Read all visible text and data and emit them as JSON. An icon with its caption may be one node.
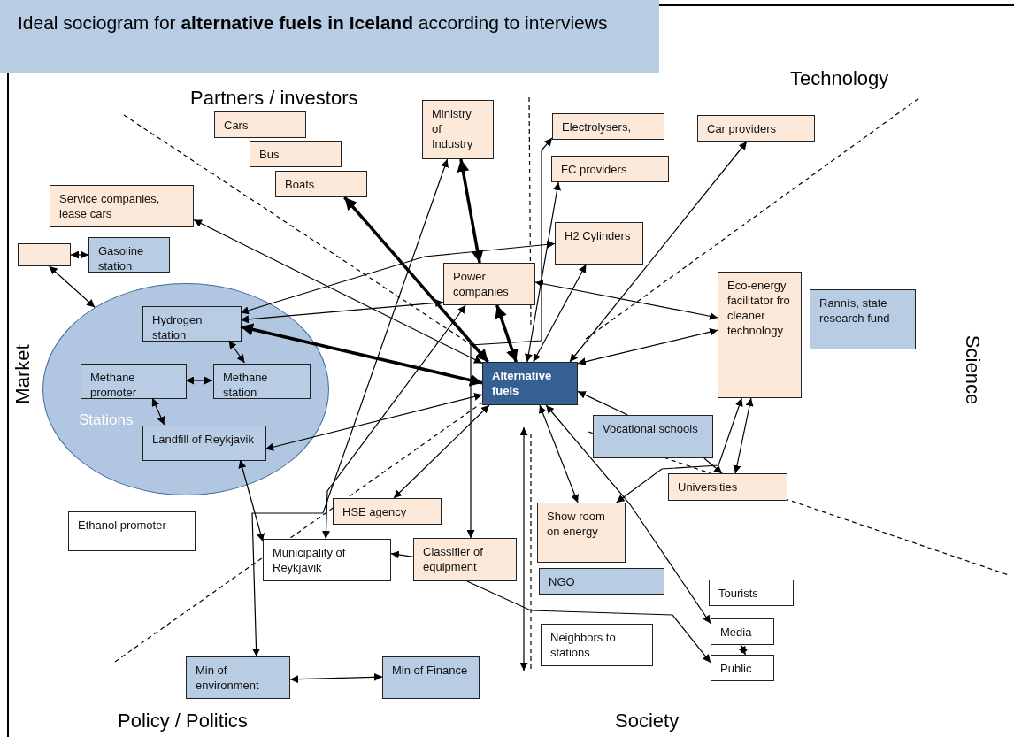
{
  "diagram": {
    "title": "Ideal sociogram for **alternative fuels in Iceland** according to interviews",
    "nodes": [
      {
        "text": [
          "Ministry of Industry"
        ]
      },
      {
        "text": [
          "Cars"
        ]
      },
      {
        "text": [
          "Bus"
        ]
      },
      {
        "text": [
          "Boats"
        ]
      },
      {
        "text": [
          "Electrolysers,"
        ]
      },
      {
        "text": [
          "Car providers"
        ]
      },
      {
        "text": [
          "FC providers"
        ]
      },
      {
        "text": [
          "Service companies, lease cars"
        ]
      },
      {
        "text": [
          "H2 Cylinders"
        ]
      },
      {
        "text": [
          "Power companies"
        ]
      },
      {
        "text": [
          "Eco-energy facilitator fro cleaner technology"
        ]
      },
      {
        "text": [
          "Rannís, state research fund"
        ]
      },
      {
        "text": [],
        "shape": "box"
      },
      {
        "text": [
          "Hydrogen station"
        ],
        "in": 15
      },
      {
        "text": [
          "Gasoline station"
        ]
      },
      {
        "text": [
          "Stations"
        ]
      },
      {
        "text": [
          "Alternative fuels"
        ]
      },
      {
        "text": [
          "Methane promoter"
        ],
        "in": 15
      },
      {
        "text": [
          "Methane station"
        ],
        "in": 15
      },
      {
        "text": [
          "Vocational schools"
        ]
      },
      {
        "text": [
          "Landfill of Reykjavik"
        ],
        "in": 15
      },
      {
        "text": [
          "Universities"
        ]
      },
      {
        "text": [
          "Ethanol promoter"
        ]
      },
      {
        "text": [
          "HSE agency"
        ]
      },
      {
        "text": [
          "Show room on energy"
        ]
      },
      {
        "text": [
          "Municipality of Reykjavik"
        ]
      },
      {
        "text": [
          "Classifier of equipment"
        ]
      },
      {
        "text": [
          "NGO"
        ]
      },
      {
        "text": [
          "Tourists"
        ]
      },
      {
        "text": [
          "Neighbors to stations"
        ]
      },
      {
        "text": [
          "Media"
        ]
      },
      {
        "text": [
          "Public"
        ]
      },
      {
        "text": [
          "Min of environment"
        ]
      },
      {
        "text": [
          "Min of Finance"
        ]
      }
    ],
    "edges": [
      {
        "from": 7,
        "to": 16,
        "arrow": "both"
      },
      {
        "from": 3,
        "to": 16,
        "arrow": "both",
        "style": "thick"
      },
      {
        "from": 0,
        "to": 9,
        "arrow": "both",
        "style": "thick"
      },
      {
        "from": 32,
        "to": 0,
        "arrow": "both"
      },
      {
        "from": 9,
        "to": 16,
        "arrow": "both",
        "style": "thick"
      },
      {
        "from": 13,
        "to": 16,
        "arrow": "both",
        "style": "thick"
      },
      {
        "from": 13,
        "to": 8,
        "arrow": "both"
      },
      {
        "from": 13,
        "to": 9,
        "arrow": "both"
      },
      {
        "from": 9,
        "to": 10,
        "arrow": "both"
      },
      {
        "from": 10,
        "to": 16,
        "arrow": "both"
      },
      {
        "from": 16,
        "to": 5,
        "arrow": "both"
      },
      {
        "from": 16,
        "to": 8,
        "arrow": "both"
      },
      {
        "from": 16,
        "to": 6,
        "arrow": "both"
      },
      {
        "from": 4,
        "to": 26,
        "arrow": "both"
      },
      {
        "from": 9,
        "to": 25,
        "arrow": "both"
      },
      {
        "from": 16,
        "to": 20,
        "arrow": "both"
      },
      {
        "from": 16,
        "to": 23,
        "arrow": "both"
      },
      {
        "from": 16,
        "to": 24,
        "arrow": "both"
      },
      {
        "from": 16,
        "to": 30,
        "arrow": "both"
      },
      {
        "from": 10,
        "to": 24,
        "arrow": "both"
      },
      {
        "from": 10,
        "to": 21,
        "arrow": "both"
      },
      {
        "from": 19,
        "to": 16,
        "arrow": "to"
      },
      {
        "from": 19,
        "to": 21,
        "arrow": "to"
      },
      {
        "from": 26,
        "to": 25,
        "arrow": "to"
      },
      {
        "from": 26,
        "to": 31,
        "arrow": "to"
      },
      {
        "from": 30,
        "to": 31,
        "arrow": "both"
      },
      {
        "from": 32,
        "to": 33,
        "arrow": "both"
      },
      {
        "from": 20,
        "to": 25,
        "arrow": "both"
      },
      {
        "from": 17,
        "to": 20,
        "arrow": "both"
      },
      {
        "from": 17,
        "to": 18,
        "arrow": "both"
      },
      {
        "from": 13,
        "to": 18,
        "arrow": "both"
      },
      {
        "from": 12,
        "to": 14,
        "arrow": "both"
      },
      {
        "from": 12,
        "to": 15,
        "arrow": "both"
      }
    ],
    "labels": [
      "Partners / investors",
      "Technology",
      "Market",
      "Science",
      "Policy / Politics",
      "Society"
    ]
  }
}
